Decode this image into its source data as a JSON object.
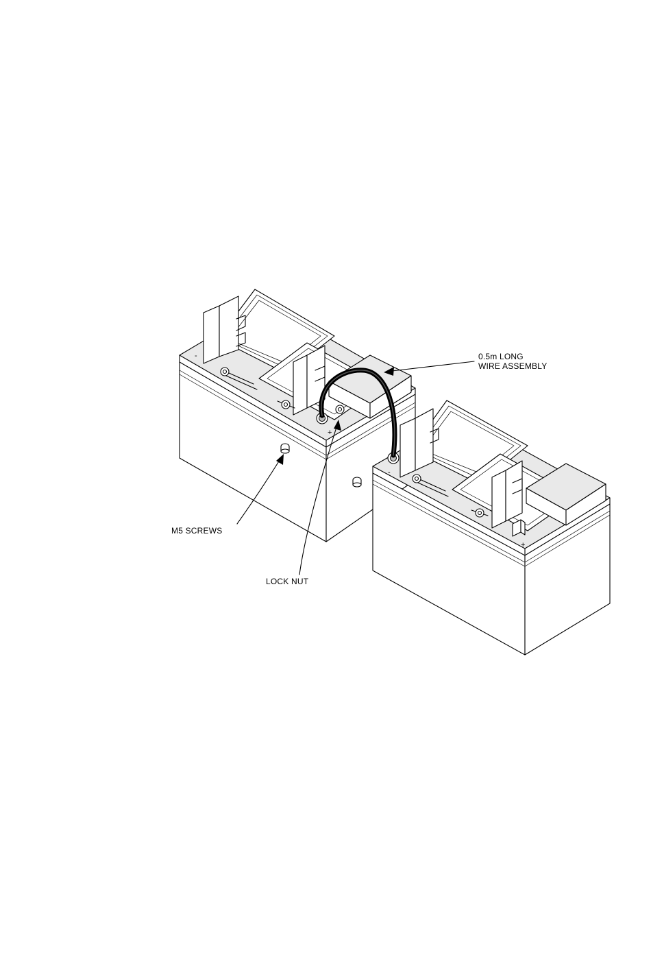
{
  "labels": {
    "wire_assembly_line1": "0.5m LONG",
    "wire_assembly_line2": "WIRE ASSEMBLY",
    "m5_screws": "M5 SCREWS",
    "lock_nut": "LOCK NUT"
  },
  "terminal_symbols": {
    "battery1_negative": "-",
    "battery1_positive": "+",
    "battery2_negative": "-",
    "battery2_positive": "+"
  }
}
